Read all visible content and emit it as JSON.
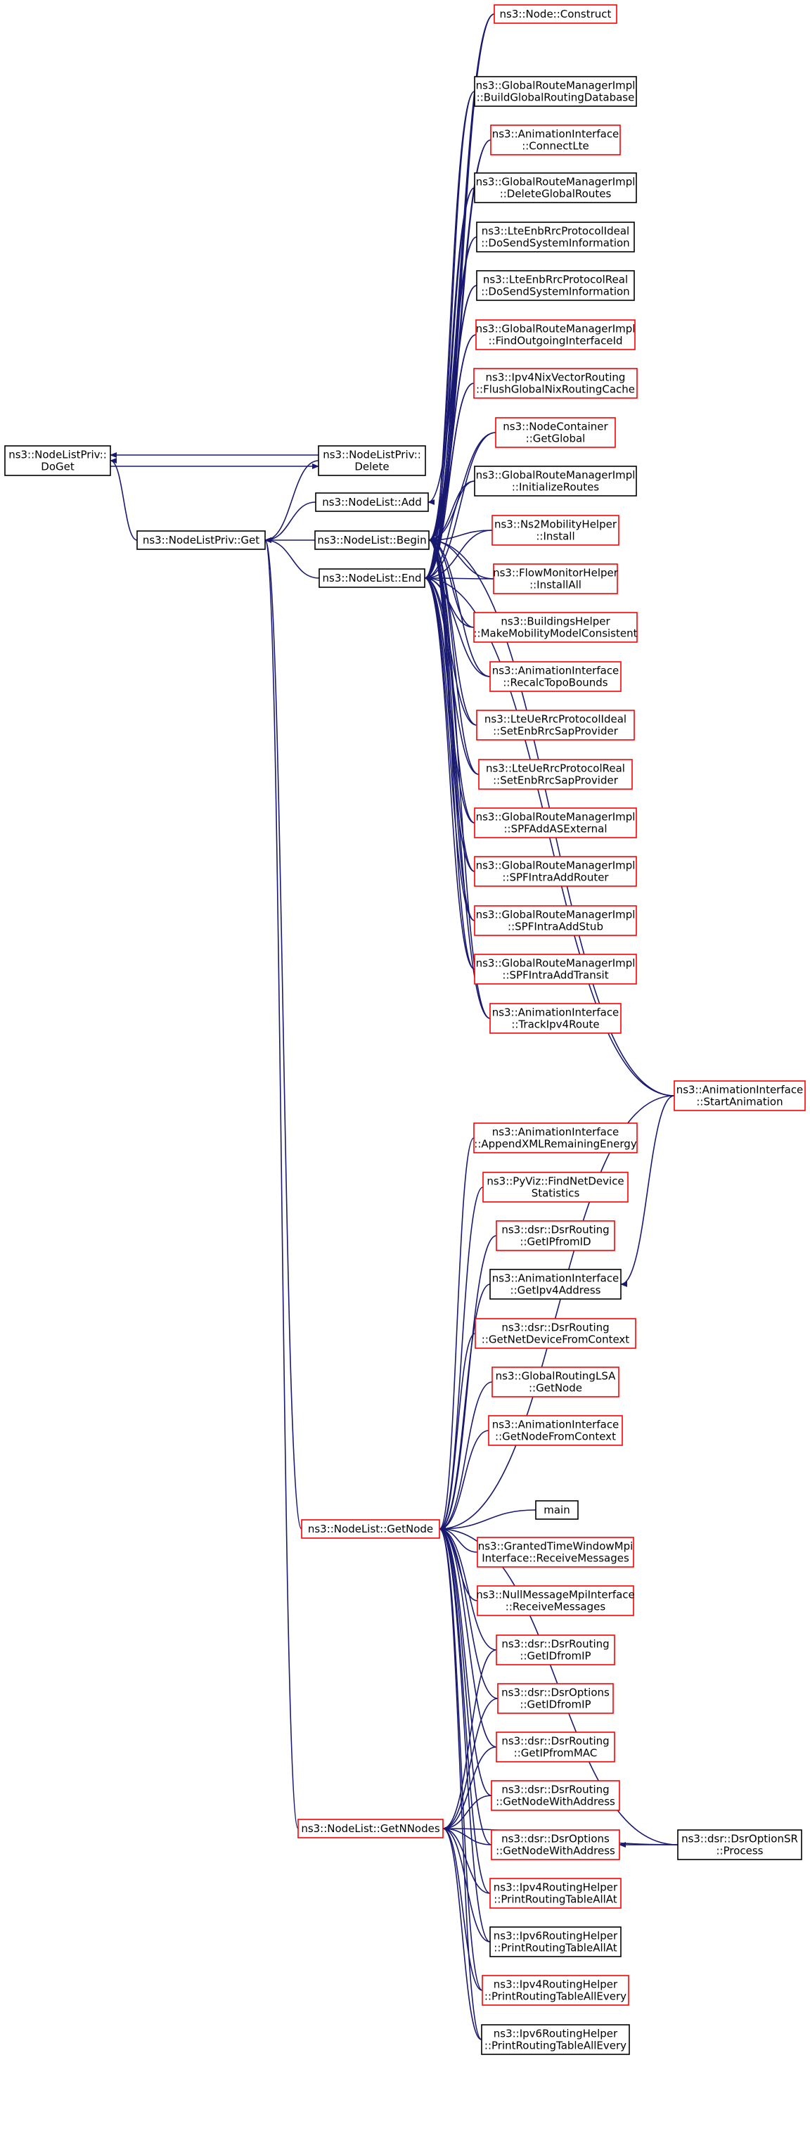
{
  "colors": {
    "edge": "#191970",
    "root_fill": "#bfbfbf",
    "border_documented": "#000000",
    "border_undocumented": "#ff0000"
  },
  "nodes": [
    {
      "id": "doget",
      "label": [
        "ns3::NodeListPriv::",
        "DoGet"
      ],
      "style": "root"
    },
    {
      "id": "plistdelete",
      "label": [
        "ns3::NodeListPriv::",
        "Delete"
      ],
      "style": "black"
    },
    {
      "id": "plistget",
      "label": [
        "ns3::NodeListPriv::Get"
      ],
      "style": "black"
    },
    {
      "id": "nladd",
      "label": [
        "ns3::NodeList::Add"
      ],
      "style": "black"
    },
    {
      "id": "nlbegin",
      "label": [
        "ns3::NodeList::Begin"
      ],
      "style": "black"
    },
    {
      "id": "nlend",
      "label": [
        "ns3::NodeList::End"
      ],
      "style": "black"
    },
    {
      "id": "nlgetnode",
      "label": [
        "ns3::NodeList::GetNode"
      ],
      "style": "red"
    },
    {
      "id": "nlgetnnodes",
      "label": [
        "ns3::NodeList::GetNNodes"
      ],
      "style": "red"
    },
    {
      "id": "nodeconstruct",
      "label": [
        "ns3::Node::Construct"
      ],
      "style": "red"
    },
    {
      "id": "grmbuild",
      "label": [
        "ns3::GlobalRouteManagerImpl",
        "::BuildGlobalRoutingDatabase"
      ],
      "style": "black"
    },
    {
      "id": "aiconnectlte",
      "label": [
        "ns3::AnimationInterface",
        "::ConnectLte"
      ],
      "style": "red"
    },
    {
      "id": "grmdelete",
      "label": [
        "ns3::GlobalRouteManagerImpl",
        "::DeleteGlobalRoutes"
      ],
      "style": "black"
    },
    {
      "id": "lteideal",
      "label": [
        "ns3::LteEnbRrcProtocolIdeal",
        "::DoSendSystemInformation"
      ],
      "style": "black"
    },
    {
      "id": "ltereal",
      "label": [
        "ns3::LteEnbRrcProtocolReal",
        "::DoSendSystemInformation"
      ],
      "style": "black"
    },
    {
      "id": "grmfind",
      "label": [
        "ns3::GlobalRouteManagerImpl",
        "::FindOutgoingInterfaceId"
      ],
      "style": "red"
    },
    {
      "id": "nixflush",
      "label": [
        "ns3::Ipv4NixVectorRouting",
        "::FlushGlobalNixRoutingCache"
      ],
      "style": "red"
    },
    {
      "id": "ncglobal",
      "label": [
        "ns3::NodeContainer",
        "::GetGlobal"
      ],
      "style": "red"
    },
    {
      "id": "grminit",
      "label": [
        "ns3::GlobalRouteManagerImpl",
        "::InitializeRoutes"
      ],
      "style": "black"
    },
    {
      "id": "ns2install",
      "label": [
        "ns3::Ns2MobilityHelper",
        "::Install"
      ],
      "style": "red"
    },
    {
      "id": "fminstall",
      "label": [
        "ns3::FlowMonitorHelper",
        "::InstallAll"
      ],
      "style": "red"
    },
    {
      "id": "bhmake",
      "label": [
        "ns3::BuildingsHelper",
        "::MakeMobilityModelConsistent"
      ],
      "style": "red"
    },
    {
      "id": "airecalc",
      "label": [
        "ns3::AnimationInterface",
        "::RecalcTopoBounds"
      ],
      "style": "red"
    },
    {
      "id": "lteueideal",
      "label": [
        "ns3::LteUeRrcProtocolIdeal",
        "::SetEnbRrcSapProvider"
      ],
      "style": "red"
    },
    {
      "id": "ltuereal",
      "label": [
        "ns3::LteUeRrcProtocolReal",
        "::SetEnbRrcSapProvider"
      ],
      "style": "red"
    },
    {
      "id": "grmspfase",
      "label": [
        "ns3::GlobalRouteManagerImpl",
        "::SPFAddASExternal"
      ],
      "style": "red"
    },
    {
      "id": "grmspfrouter",
      "label": [
        "ns3::GlobalRouteManagerImpl",
        "::SPFIntraAddRouter"
      ],
      "style": "red"
    },
    {
      "id": "grmspfstub",
      "label": [
        "ns3::GlobalRouteManagerImpl",
        "::SPFIntraAddStub"
      ],
      "style": "red"
    },
    {
      "id": "grmspftransit",
      "label": [
        "ns3::GlobalRouteManagerImpl",
        "::SPFIntraAddTransit"
      ],
      "style": "red"
    },
    {
      "id": "aitrack",
      "label": [
        "ns3::AnimationInterface",
        "::TrackIpv4Route"
      ],
      "style": "red"
    },
    {
      "id": "aistart",
      "label": [
        "ns3::AnimationInterface",
        "::StartAnimation"
      ],
      "style": "red"
    },
    {
      "id": "aiappend",
      "label": [
        "ns3::AnimationInterface",
        "::AppendXMLRemainingEnergy"
      ],
      "style": "red"
    },
    {
      "id": "pyviz",
      "label": [
        "ns3::PyViz::FindNetDevice",
        "Statistics"
      ],
      "style": "red"
    },
    {
      "id": "dsrgetipfromid",
      "label": [
        "ns3::dsr::DsrRouting",
        "::GetIPfromID"
      ],
      "style": "red"
    },
    {
      "id": "aigetipv4",
      "label": [
        "ns3::AnimationInterface",
        "::GetIpv4Address"
      ],
      "style": "black"
    },
    {
      "id": "dsrnetdev",
      "label": [
        "ns3::dsr::DsrRouting",
        "::GetNetDeviceFromContext"
      ],
      "style": "red"
    },
    {
      "id": "glsagetnode",
      "label": [
        "ns3::GlobalRoutingLSA",
        "::GetNode"
      ],
      "style": "red"
    },
    {
      "id": "aigetnodectx",
      "label": [
        "ns3::AnimationInterface",
        "::GetNodeFromContext"
      ],
      "style": "red"
    },
    {
      "id": "main",
      "label": [
        "main"
      ],
      "style": "black"
    },
    {
      "id": "gtwmpi",
      "label": [
        "ns3::GrantedTimeWindowMpi",
        "Interface::ReceiveMessages"
      ],
      "style": "red"
    },
    {
      "id": "nullmpi",
      "label": [
        "ns3::NullMessageMpiInterface",
        "::ReceiveMessages"
      ],
      "style": "red"
    },
    {
      "id": "dsrgetidfromip",
      "label": [
        "ns3::dsr::DsrRouting",
        "::GetIDfromIP"
      ],
      "style": "red"
    },
    {
      "id": "dsroptgetidfromip",
      "label": [
        "ns3::dsr::DsrOptions",
        "::GetIDfromIP"
      ],
      "style": "red"
    },
    {
      "id": "dsrgetipfrommac",
      "label": [
        "ns3::dsr::DsrRouting",
        "::GetIPfromMAC"
      ],
      "style": "red"
    },
    {
      "id": "dsrgetnodewithaddr",
      "label": [
        "ns3::dsr::DsrRouting",
        "::GetNodeWithAddress"
      ],
      "style": "red"
    },
    {
      "id": "dsroptgetnodewithaddr",
      "label": [
        "ns3::dsr::DsrOptions",
        "::GetNodeWithAddress"
      ],
      "style": "red"
    },
    {
      "id": "dsroptsrprocess",
      "label": [
        "ns3::dsr::DsrOptionSR",
        "::Process"
      ],
      "style": "black"
    },
    {
      "id": "ipv4printat",
      "label": [
        "ns3::Ipv4RoutingHelper",
        "::PrintRoutingTableAllAt"
      ],
      "style": "red"
    },
    {
      "id": "ipv6printat",
      "label": [
        "ns3::Ipv6RoutingHelper",
        "::PrintRoutingTableAllAt"
      ],
      "style": "black"
    },
    {
      "id": "ipv4printevery",
      "label": [
        "ns3::Ipv4RoutingHelper",
        "::PrintRoutingTableAllEvery"
      ],
      "style": "red"
    },
    {
      "id": "ipv6printevery",
      "label": [
        "ns3::Ipv6RoutingHelper",
        "::PrintRoutingTableAllEvery"
      ],
      "style": "black"
    }
  ],
  "edges": [
    [
      "plistdelete",
      "doget"
    ],
    [
      "doget",
      "plistdelete"
    ],
    [
      "plistget",
      "doget"
    ],
    [
      "plistdelete",
      "plistget"
    ],
    [
      "nladd",
      "plistget"
    ],
    [
      "nlbegin",
      "plistget"
    ],
    [
      "nlend",
      "plistget"
    ],
    [
      "nlgetnode",
      "plistget"
    ],
    [
      "nlgetnnodes",
      "plistget"
    ],
    [
      "nodeconstruct",
      "nladd"
    ],
    [
      "nodeconstruct",
      "nlbegin"
    ],
    [
      "grmbuild",
      "nlbegin"
    ],
    [
      "aiconnectlte",
      "nlbegin"
    ],
    [
      "grmdelete",
      "nlbegin"
    ],
    [
      "lteideal",
      "nlbegin"
    ],
    [
      "ltereal",
      "nlbegin"
    ],
    [
      "grmfind",
      "nlbegin"
    ],
    [
      "nixflush",
      "nlbegin"
    ],
    [
      "ncglobal",
      "nlbegin"
    ],
    [
      "grminit",
      "nlbegin"
    ],
    [
      "ns2install",
      "nlbegin"
    ],
    [
      "fminstall",
      "nlbegin"
    ],
    [
      "bhmake",
      "nlbegin"
    ],
    [
      "airecalc",
      "nlbegin"
    ],
    [
      "lteueideal",
      "nlbegin"
    ],
    [
      "ltuereal",
      "nlbegin"
    ],
    [
      "grmspfase",
      "nlbegin"
    ],
    [
      "grmspfrouter",
      "nlbegin"
    ],
    [
      "grmspfstub",
      "nlbegin"
    ],
    [
      "grmspftransit",
      "nlbegin"
    ],
    [
      "aitrack",
      "nlbegin"
    ],
    [
      "aistart",
      "nlbegin"
    ],
    [
      "nodeconstruct",
      "nlend"
    ],
    [
      "grmbuild",
      "nlend"
    ],
    [
      "aiconnectlte",
      "nlend"
    ],
    [
      "grmdelete",
      "nlend"
    ],
    [
      "lteideal",
      "nlend"
    ],
    [
      "ltereal",
      "nlend"
    ],
    [
      "grmfind",
      "nlend"
    ],
    [
      "nixflush",
      "nlend"
    ],
    [
      "ncglobal",
      "nlend"
    ],
    [
      "grminit",
      "nlend"
    ],
    [
      "ns2install",
      "nlend"
    ],
    [
      "fminstall",
      "nlend"
    ],
    [
      "bhmake",
      "nlend"
    ],
    [
      "airecalc",
      "nlend"
    ],
    [
      "lteueideal",
      "nlend"
    ],
    [
      "ltuereal",
      "nlend"
    ],
    [
      "grmspfase",
      "nlend"
    ],
    [
      "grmspfrouter",
      "nlend"
    ],
    [
      "grmspfstub",
      "nlend"
    ],
    [
      "grmspftransit",
      "nlend"
    ],
    [
      "aitrack",
      "nlend"
    ],
    [
      "aistart",
      "nlend"
    ],
    [
      "aistart",
      "nlgetnode"
    ],
    [
      "aiappend",
      "nlgetnode"
    ],
    [
      "pyviz",
      "nlgetnode"
    ],
    [
      "dsrgetipfromid",
      "nlgetnode"
    ],
    [
      "aigetipv4",
      "nlgetnode"
    ],
    [
      "dsrnetdev",
      "nlgetnode"
    ],
    [
      "glsagetnode",
      "nlgetnode"
    ],
    [
      "aigetnodectx",
      "nlgetnode"
    ],
    [
      "dsroptsrprocess",
      "nlgetnode"
    ],
    [
      "main",
      "nlgetnode"
    ],
    [
      "gtwmpi",
      "nlgetnode"
    ],
    [
      "nullmpi",
      "nlgetnode"
    ],
    [
      "dsrgetidfromip",
      "nlgetnode"
    ],
    [
      "dsroptgetidfromip",
      "nlgetnode"
    ],
    [
      "dsrgetipfrommac",
      "nlgetnode"
    ],
    [
      "dsrgetnodewithaddr",
      "nlgetnode"
    ],
    [
      "dsroptgetnodewithaddr",
      "nlgetnode"
    ],
    [
      "ipv4printat",
      "nlgetnode"
    ],
    [
      "ipv6printat",
      "nlgetnode"
    ],
    [
      "ipv4printevery",
      "nlgetnode"
    ],
    [
      "ipv6printevery",
      "nlgetnode"
    ],
    [
      "aistart",
      "aigetipv4"
    ],
    [
      "dsroptsrprocess",
      "dsroptgetnodewithaddr"
    ],
    [
      "dsrgetidfromip",
      "nlgetnnodes"
    ],
    [
      "dsroptgetidfromip",
      "nlgetnnodes"
    ],
    [
      "dsrgetipfrommac",
      "nlgetnnodes"
    ],
    [
      "dsrgetnodewithaddr",
      "nlgetnnodes"
    ],
    [
      "dsroptgetnodewithaddr",
      "nlgetnnodes"
    ],
    [
      "ipv4printat",
      "nlgetnnodes"
    ],
    [
      "ipv6printat",
      "nlgetnnodes"
    ],
    [
      "ipv4printevery",
      "nlgetnnodes"
    ],
    [
      "ipv6printevery",
      "nlgetnnodes"
    ],
    [
      "dsroptsrprocess",
      "nlgetnnodes"
    ]
  ]
}
